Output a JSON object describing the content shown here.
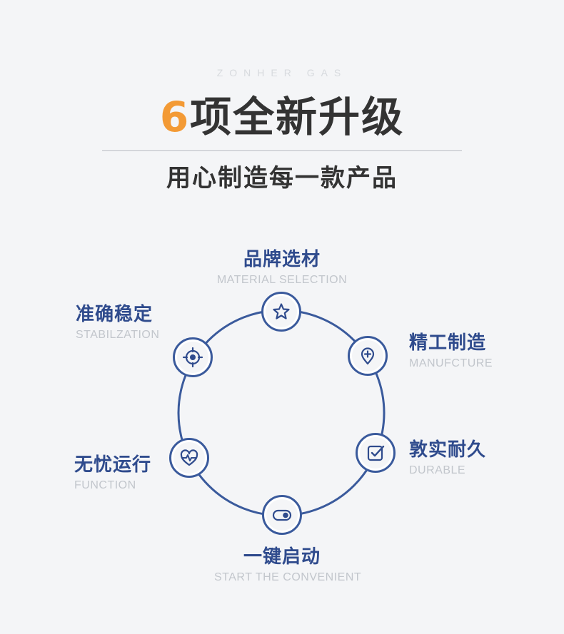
{
  "brand": "ZONHER GAS",
  "headline": {
    "number": "6",
    "text": "项全新升级"
  },
  "subtitle": "用心制造每一款产品",
  "features": [
    {
      "cn": "品牌选材",
      "en": "MATERIAL SELECTION",
      "icon": "star-icon"
    },
    {
      "cn": "精工制造",
      "en": "MANUFCTURE",
      "icon": "location-pin-plus-icon"
    },
    {
      "cn": "敦实耐久",
      "en": "DURABLE",
      "icon": "checkbox-icon"
    },
    {
      "cn": "一键启动",
      "en": "START THE CONVENIENT",
      "icon": "toggle-switch-icon"
    },
    {
      "cn": "无忧运行",
      "en": "FUNCTION",
      "icon": "heartbeat-icon"
    },
    {
      "cn": "准确稳定",
      "en": "STABILZATION",
      "icon": "target-icon"
    }
  ],
  "colors": {
    "accent": "#f39a35",
    "primary": "#2f4b8d",
    "ring": "#3a5a9c",
    "heading": "#333333",
    "muted": "#c2c6cc"
  }
}
